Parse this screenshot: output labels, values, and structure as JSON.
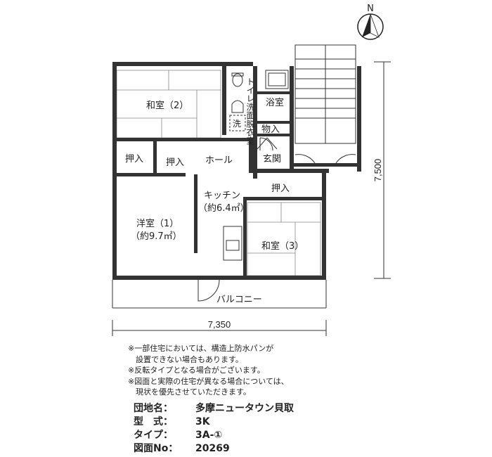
{
  "compass": {
    "label": "N"
  },
  "rooms": {
    "washitsu2": "和室（2）",
    "toilet": "トイレ",
    "senmen": "洗面脱衣室",
    "yokushitsu": "浴室",
    "sentaku": "洗",
    "monoire": "物入",
    "genkan": "玄関",
    "oshiire1": "押入",
    "oshiire2": "押入",
    "oshiire3": "押入",
    "hall": "ホール",
    "kitchen": "キッチン",
    "kitchen_area": "（約6.4㎡）",
    "youshitsu1": "洋室（1）",
    "youshitsu1_area": "（約9.7㎡）",
    "washitsu3": "和室（3）",
    "balcony": "バルコニー"
  },
  "dimensions": {
    "width": "7,350",
    "depth": "7,500"
  },
  "notes": [
    "※一部住宅においては、構造上防水パンが",
    "　設置できない場合もあります。",
    "※反転タイプとなる場合がございます。",
    "※図面と実際の住宅が異なる場合については、",
    "　現状を優先させていただきます。"
  ],
  "info": [
    {
      "key": "団地名：",
      "value": "多摩ニュータウン貝取"
    },
    {
      "key": "型　式：",
      "value": "3K"
    },
    {
      "key": "タイプ：",
      "value": "3A-①"
    },
    {
      "key": "図面No：",
      "value": "20269"
    }
  ]
}
